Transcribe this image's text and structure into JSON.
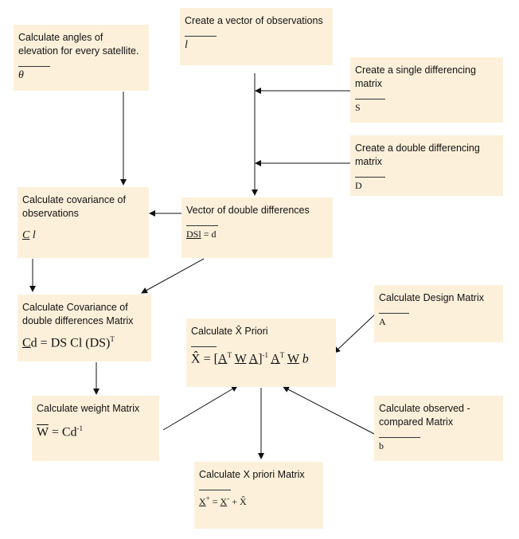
{
  "boxes": {
    "observations_vector": {
      "title": "Create a vector of observations",
      "symbol": "l"
    },
    "elevation_angles": {
      "title": "Calculate angles of elevation for every satellite.",
      "symbol": "θ"
    },
    "single_diff": {
      "title": "Create a single differencing matrix",
      "symbol": "S"
    },
    "double_diff": {
      "title": "Create a double differencing matrix",
      "symbol": "D"
    },
    "cov_obs": {
      "title": "Calculate covariance of observations",
      "sym_c": "C",
      "sym_l": "l"
    },
    "vec_double_diff": {
      "title": "Vector of double differences",
      "sym_dsl": "DSl",
      "sym_rest": "= d"
    },
    "cov_dd": {
      "title": "Calculate Covariance of double differences Matrix",
      "sym_cd": "C",
      "sym_rest": "d = DS Cl (DS)",
      "sym_sup": "T"
    },
    "design": {
      "title": "Calculate Design Matrix",
      "symbol": "A"
    },
    "x_priori_calc": {
      "title": "Calculate X̂ Priori",
      "x": "X̂",
      "eq1": "= [",
      "a1": "A",
      "t1": "T",
      "w1": "W",
      "a2": "A",
      "close": "]",
      "inv": "-1",
      "a3": "A",
      "t2": "T",
      "w2": "W",
      "b": "b"
    },
    "weight": {
      "title": "Calculate weight Matrix",
      "w": "W",
      "eq": "= Cd",
      "inv": "-1"
    },
    "obs_comp": {
      "title": "Calculate observed - compared Matrix",
      "symbol": "b"
    },
    "x_priori_matrix": {
      "title": "Calculate X priori Matrix",
      "xplus": "X",
      "plus_sup": "+",
      "eq": "=",
      "xminus": "X",
      "minus_sup": "-",
      "rest": "+ X̂"
    }
  }
}
